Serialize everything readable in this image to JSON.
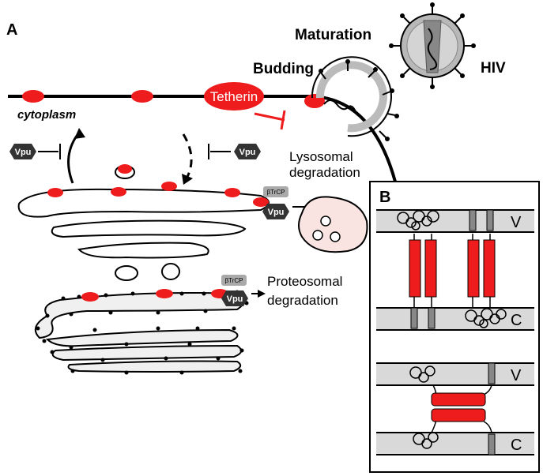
{
  "labels": {
    "panel_a": "A",
    "panel_b": "B",
    "maturation": "Maturation",
    "budding": "Budding",
    "hiv": "HIV",
    "tetherin": "Tetherin",
    "cytoplasm": "cytoplasm",
    "lysosomal_line1": "Lysosomal",
    "lysosomal_line2": "degradation",
    "proteosomal_line1": "Proteosomal",
    "proteosomal_line2": "degradation",
    "vpu": "Vpu",
    "btrcp": "βTrCP",
    "viral_membrane": "V",
    "cell_membrane": "C"
  },
  "colors": {
    "tetherin_red": "#ee1c1c",
    "membrane_gray": "#d9d9d9",
    "vpu_dark": "#333333",
    "lysosome_fill": "#f9e4e2"
  }
}
